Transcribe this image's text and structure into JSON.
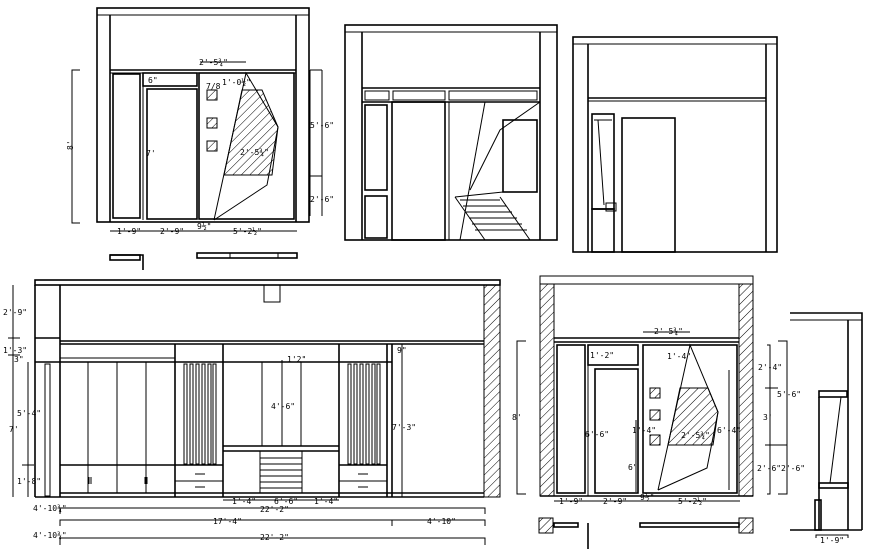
{
  "drawing_1": {
    "height_left": "8'",
    "top_width": "2'-5¾\"",
    "transom": "6\"",
    "door_height": "7'",
    "mirror_top": "1'-0½\"",
    "square_note": "7/8",
    "mirror_width": "2'-5¾\"",
    "right_upper": "5'-6\"",
    "right_lower": "2'-6\"",
    "bottom_dims": [
      "1'-9\"",
      "2'-9\"",
      "9½\"",
      "5'-2½\""
    ]
  },
  "drawing_4": {
    "left_dims": [
      "2'-9\"",
      "1'-3\"",
      "3\"",
      "5'-4\"",
      "7'",
      "1'-8\""
    ],
    "center_top": "1'2\"",
    "center_height": "4'-6\"",
    "right_top": "9\"",
    "right_height": "7'-3\"",
    "drawer_dims": [
      "1'-4\"",
      "6'-6\"",
      "1'-4\""
    ],
    "row_1_left": "4'-10¾\"",
    "row_1_total": "22'-2\"",
    "row_2_left": "17'-4\"",
    "row_2_right": "4'-10\"",
    "row_3_left": "4'-10¾\"",
    "row_3_total": "22'-2\""
  },
  "drawing_5": {
    "height_left": "8'",
    "top_width": "2'-5¾\"",
    "transom": "1'-2\"",
    "mirror_top": "1'-4\"",
    "door_height": "6'-6\"",
    "side_dims": [
      "1'-4\"",
      "6\""
    ],
    "mirror_width": "2'-5¾\"",
    "mirror_height": "6'-4\"",
    "right_dims_inner": [
      "2'-4\"",
      "3'",
      "2'-6\""
    ],
    "right_dims_outer": [
      "5'-6\"",
      "2'-6\""
    ],
    "bottom_dims": [
      "1'-9\"",
      "2'-9\"",
      "9½\"",
      "5'-2½\""
    ]
  },
  "drawing_6": {
    "bottom_dim": "1'-9\""
  }
}
